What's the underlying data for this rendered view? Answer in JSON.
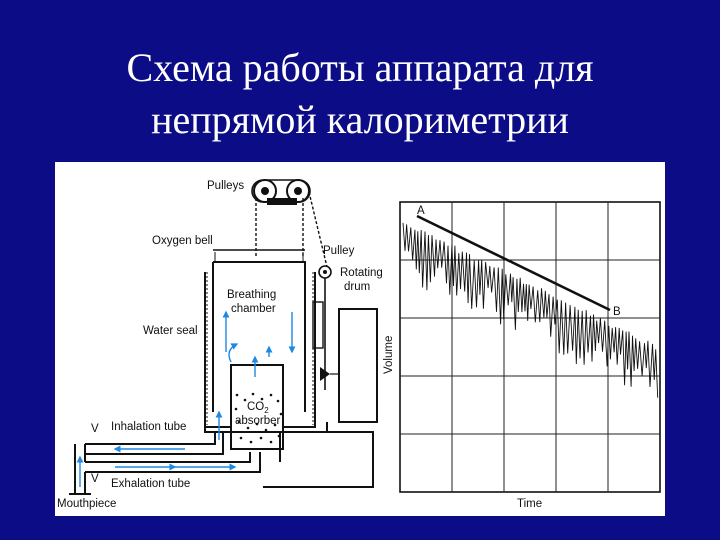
{
  "slide": {
    "title_line1": "Схема работы аппарата для",
    "title_line2": "непрямой калориметрии"
  },
  "diagram": {
    "labels": {
      "pulleys": "Pulleys",
      "oxygen_bell": "Oxygen bell",
      "pulley": "Pulley",
      "rotating_drum_1": "Rotating",
      "rotating_drum_2": "drum",
      "breathing_chamber_1": "Breathing",
      "breathing_chamber_2": "chamber",
      "water_seal": "Water seal",
      "co2_1": "CO",
      "co2_sub": "2",
      "co2_2": "absorber",
      "inhalation_tube": "Inhalation tube",
      "exhalation_tube": "Exhalation tube",
      "valve_1": "V",
      "valve_2": "V",
      "mouthpiece": "Mouthpiece"
    },
    "colors": {
      "background": "#0c0c86",
      "figure": "#ffffff",
      "ink": "#111111",
      "flow_arrows": "#1e88e5"
    }
  },
  "chart_data": {
    "type": "line",
    "xlabel": "Time",
    "ylabel": "Volume",
    "annotations": [
      "A",
      "B"
    ],
    "grid": true
  }
}
